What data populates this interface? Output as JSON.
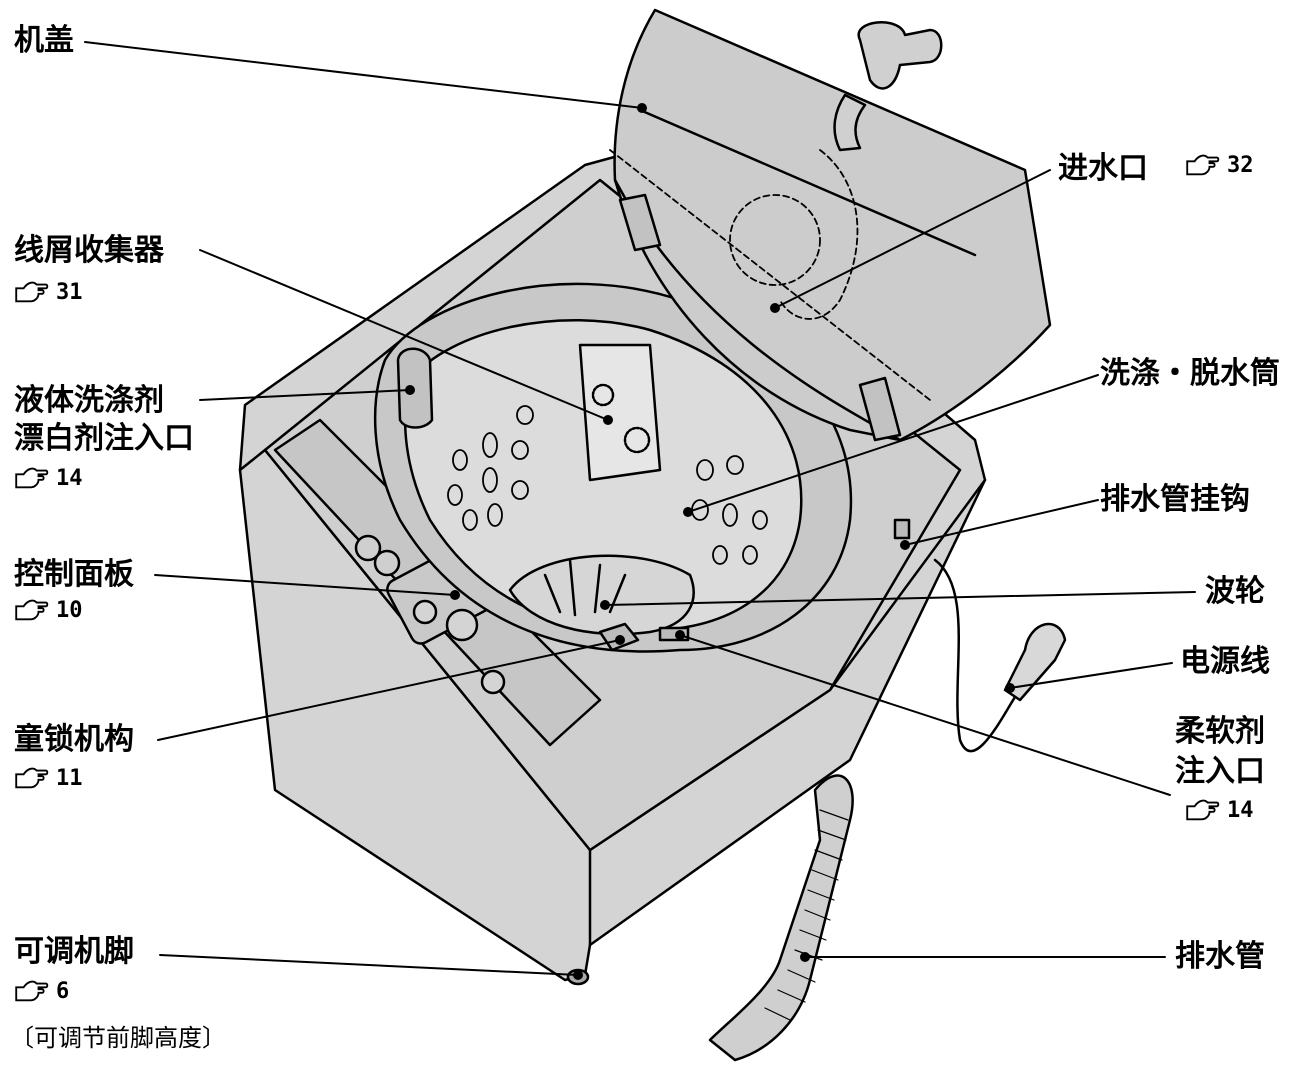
{
  "labels": {
    "lid": "机盖",
    "water_inlet": "进水口",
    "lint_collector": "线屑收集器",
    "liquid_detergent_line1": "液体洗涤剂",
    "liquid_detergent_line2": "漂白剂注入口",
    "control_panel": "控制面板",
    "child_lock": "童锁机构",
    "adjustable_foot": "可调机脚",
    "wash_tub": "洗涤・脱水筒",
    "hose_hook": "排水管挂钩",
    "pulsator": "波轮",
    "power_cord": "电源线",
    "softener_line1": "柔软剂",
    "softener_line2": "注入口",
    "drain_hose": "排水管"
  },
  "refs": {
    "water_inlet": "32",
    "lint_collector": "31",
    "liquid_detergent": "14",
    "control_panel": "10",
    "child_lock": "11",
    "adjustable_foot": "6",
    "softener": "14"
  },
  "notes": {
    "foot_note": "〔可调节前脚高度〕"
  },
  "icons": {
    "reference": "pointing-hand-icon"
  }
}
